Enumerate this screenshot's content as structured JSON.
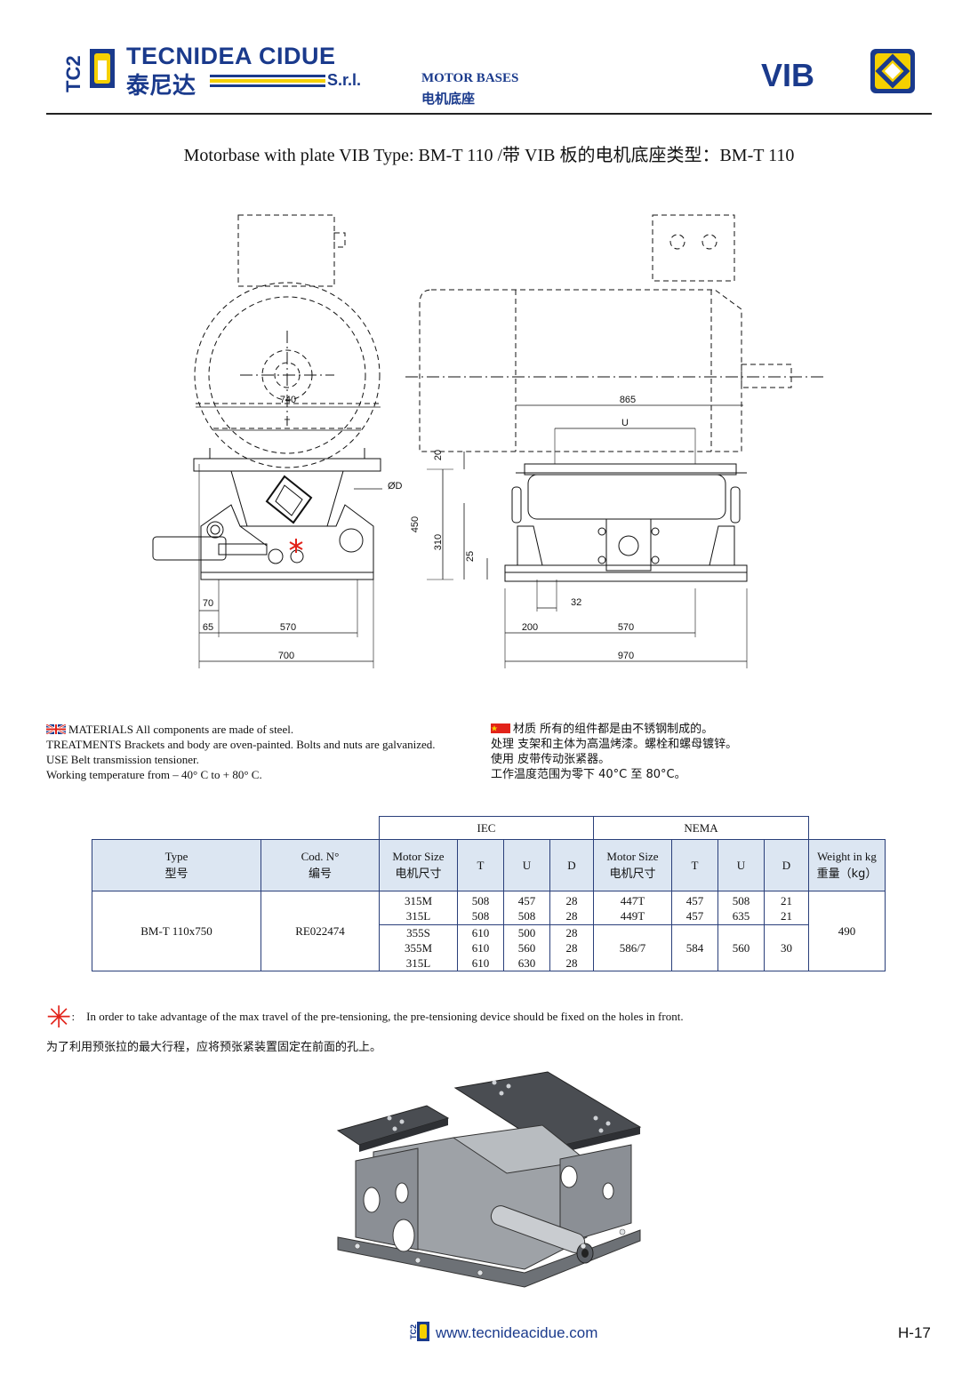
{
  "header": {
    "logo_tc2": "TC2",
    "brand_name": "TECNIDEA CIDUE",
    "brand_cn": "泰尼达",
    "brand_suffix": "S.r.l.",
    "section_en": "MOTOR BASES",
    "section_cn": "电机底座",
    "product_code": "VIB"
  },
  "page_title": "Motorbase with plate VIB Type: BM-T 110 /带 VIB 板的电机底座类型：BM-T 110",
  "drawing": {
    "dims_left": {
      "width_top": "740",
      "t": "T",
      "d": "ØD",
      "d70": "70",
      "d65": "65",
      "d570": "570",
      "d700": "700"
    },
    "dims_right": {
      "d865": "865",
      "u": "U",
      "d20": "20",
      "d450": "450",
      "d310": "310",
      "d25": "25",
      "d32": "32",
      "d200": "200",
      "d570": "570",
      "d970": "970"
    }
  },
  "notes_en": {
    "materials": "MATERIALS All components are made of steel.",
    "treatments": "TREATMENTS Brackets and body are oven-painted. Bolts and nuts are galvanized.",
    "use": "USE Belt transmission tensioner.",
    "temperature": "Working temperature from – 40° C to + 80° C."
  },
  "notes_cn": {
    "materials": "材质  所有的组件都是由不锈钢制成的。",
    "treatments": "处理  支架和主体为高温烤漆。螺栓和螺母镀锌。",
    "use": "使用  皮带传动张紧器。",
    "temperature": "工作温度范围为零下 40°C 至 80°C。"
  },
  "table": {
    "group_iec": "IEC",
    "group_nema": "NEMA",
    "h_type": "Type",
    "h_type_cn": "型号",
    "h_code": "Cod. N°",
    "h_code_cn": "编号",
    "h_motor_size": "Motor Size",
    "h_motor_size_cn": "电机尺寸",
    "h_t": "T",
    "h_u": "U",
    "h_d": "D",
    "h_weight": "Weight in kg",
    "h_weight_cn": "重量（kg）",
    "type": "BM-T 110x750",
    "code": "RE022474",
    "weight": "490",
    "iec_a": {
      "size": "315M\n315L",
      "t": "508\n508",
      "u": "457\n508",
      "d": "28\n28"
    },
    "iec_b": {
      "size": "355S\n355M\n315L",
      "t": "610\n610\n610",
      "u": "500\n560\n630",
      "d": "28\n28\n28"
    },
    "nema_a": {
      "size": "447T\n449T",
      "t": "457\n457",
      "u": "508\n635",
      "d": "21\n21"
    },
    "nema_b": {
      "size": "586/7",
      "t": "584",
      "u": "560",
      "d": "30"
    }
  },
  "footnote": {
    "en": "In order to take advantage of the max travel of the pre-tensioning, the pre-tensioning device should be fixed on the holes in front.",
    "cn": "为了利用预张拉的最大行程，应将预张紧装置固定在前面的孔上。"
  },
  "footer": {
    "url": "www.tecnideacidue.com",
    "page": "H-17"
  },
  "colors": {
    "brand_blue": "#1a3a8c",
    "brand_yellow": "#f5d000",
    "header_fill": "#dce6f2",
    "accent_red": "#e2231a"
  }
}
